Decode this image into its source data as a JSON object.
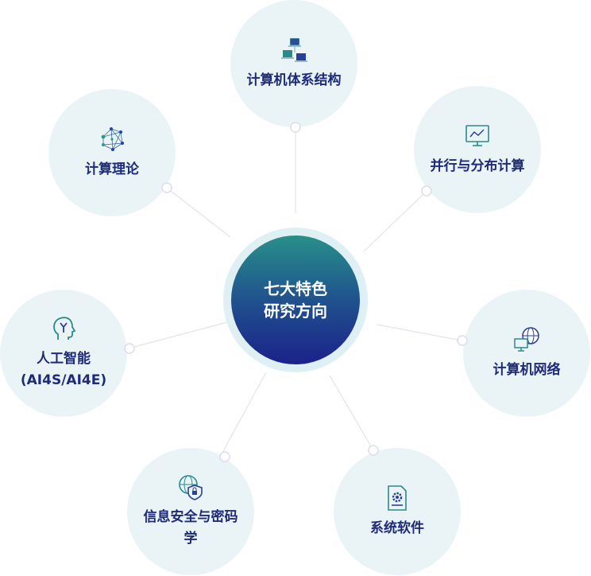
{
  "center": {
    "line1": "七大特色",
    "line2": "研究方向"
  },
  "directions": [
    {
      "label": "计算机体系结构",
      "icon": "computer-network-icon"
    },
    {
      "label": "计算理论",
      "icon": "node-graph-icon"
    },
    {
      "label": "并行与分布计算",
      "icon": "monitor-chart-icon"
    },
    {
      "label": "计算机网络",
      "icon": "globe-monitor-icon"
    },
    {
      "label": "人工智能 (AI4S/AI4E)",
      "icon": "ai-head-icon"
    },
    {
      "label": "信息安全与密码学",
      "icon": "globe-lock-icon"
    },
    {
      "label": "系统软件",
      "icon": "gear-document-icon"
    }
  ],
  "colors": {
    "text": "#1f2a7a",
    "satellite_bg": "#eaf4f7",
    "gradient_top": "#27908a",
    "gradient_bottom": "#1b228a"
  }
}
